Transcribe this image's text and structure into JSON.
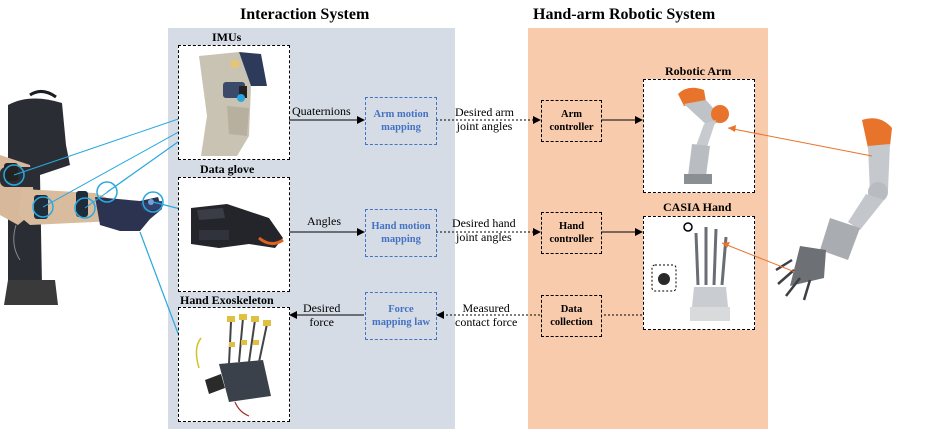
{
  "titles": {
    "interaction_system": "Interaction System",
    "robotic_system": "Hand-arm Robotic System"
  },
  "image_labels": {
    "imus": "IMUs",
    "data_glove": "Data glove",
    "hand_exoskeleton": "Hand Exoskeleton",
    "robotic_arm": "Robotic Arm",
    "casia_hand": "CASIA Hand"
  },
  "blocks": {
    "arm_motion_mapping": [
      "Arm motion",
      "mapping"
    ],
    "hand_motion_mapping": [
      "Hand motion",
      "mapping"
    ],
    "force_mapping_law": [
      "Force",
      "mapping law"
    ],
    "arm_controller": [
      "Arm",
      "controller"
    ],
    "hand_controller": [
      "Hand",
      "controller"
    ],
    "data_collection": [
      "Data",
      "collection"
    ]
  },
  "signals": {
    "quaternions": "Quaternions",
    "angles": "Angles",
    "desired_force": [
      "Desired",
      "force"
    ],
    "desired_arm_joint_angles": [
      "Desired arm",
      "joint angles"
    ],
    "desired_hand_joint_angles": [
      "Desired hand",
      "joint angles"
    ],
    "measured_contact_force": [
      "Measured",
      "contact force"
    ]
  },
  "colors": {
    "interaction_bg": "#d6dce5",
    "robotic_bg": "#f8cbad",
    "mapping_blue": "#4472c4",
    "link_cyan": "#29a8e0",
    "link_orange": "#e8742c"
  }
}
